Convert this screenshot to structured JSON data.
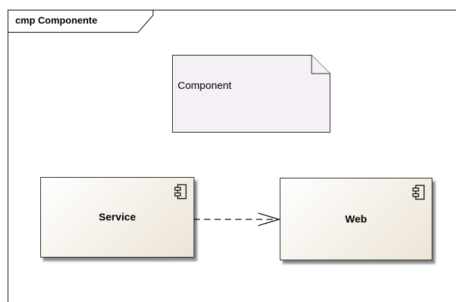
{
  "frame": {
    "title": "cmp Componente"
  },
  "note": {
    "text": "Component"
  },
  "components": {
    "service": {
      "label": "Service"
    },
    "web": {
      "label": "Web"
    }
  },
  "colors": {
    "note_fill": "#f5eff6",
    "component_fill_start": "#ffffff",
    "component_fill_end": "#ece4d6",
    "line": "#000000"
  },
  "relations": [
    {
      "from": "Service",
      "to": "Web",
      "kind": "dependency",
      "style": "dashed"
    }
  ]
}
